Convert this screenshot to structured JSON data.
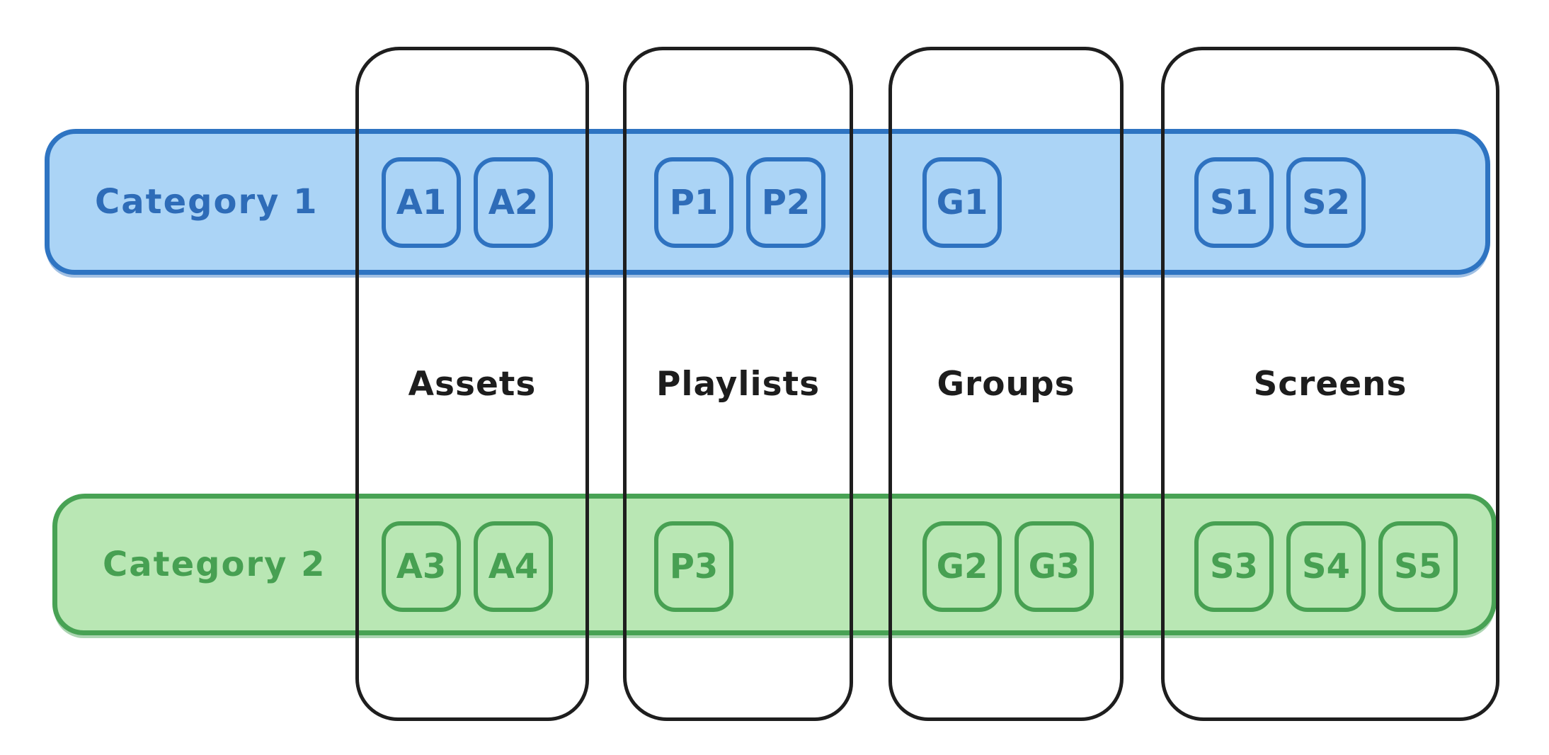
{
  "colors": {
    "category1_fill": "#abd4f6",
    "category1_stroke": "#2e74c2",
    "category2_fill": "#b9e7b4",
    "category2_stroke": "#48a254",
    "column_stroke": "#1e1e1e"
  },
  "columns": [
    {
      "label": "Assets"
    },
    {
      "label": "Playlists"
    },
    {
      "label": "Groups"
    },
    {
      "label": "Screens"
    }
  ],
  "rows": [
    {
      "label": "Category 1"
    },
    {
      "label": "Category 2"
    }
  ],
  "cells": {
    "category1": {
      "assets": [
        "A1",
        "A2"
      ],
      "playlists": [
        "P1",
        "P2"
      ],
      "groups": [
        "G1"
      ],
      "screens": [
        "S1",
        "S2"
      ]
    },
    "category2": {
      "assets": [
        "A3",
        "A4"
      ],
      "playlists": [
        "P3"
      ],
      "groups": [
        "G2",
        "G3"
      ],
      "screens": [
        "S3",
        "S4",
        "S5"
      ]
    }
  }
}
